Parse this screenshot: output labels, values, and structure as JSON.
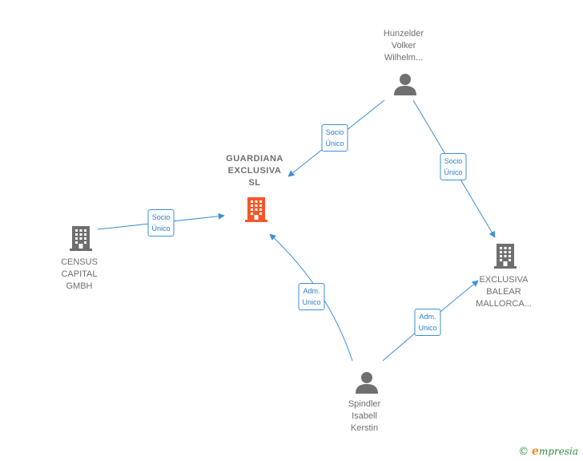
{
  "nodes": {
    "guardiana": {
      "lines": [
        "GUARDIANA",
        "EXCLUSIVA",
        "SL"
      ],
      "color": "#f4582a"
    },
    "hunzelder": {
      "lines": [
        "Hunzelder",
        "Volker",
        "Wilhelm..."
      ]
    },
    "census": {
      "lines": [
        "CENSUS",
        "CAPITAL",
        "GMBH"
      ]
    },
    "exclusiva_balear": {
      "lines": [
        "EXCLUSIVA",
        "BALEAR",
        "MALLORCA..."
      ]
    },
    "spindler": {
      "lines": [
        "Spindler",
        "Isabell",
        "Kerstin"
      ]
    }
  },
  "edges": {
    "hunzelder_guardiana": [
      "Socio",
      "Único"
    ],
    "hunzelder_exclusiva": [
      "Socio",
      "Único"
    ],
    "census_guardiana": [
      "Socio",
      "Único"
    ],
    "spindler_guardiana": [
      "Adm.",
      "Unico"
    ],
    "spindler_exclusiva": [
      "Adm.",
      "Unico"
    ]
  },
  "colors": {
    "edge": "#3d8fd6",
    "icon_gray": "#6f6f6f",
    "icon_main": "#f4582a"
  },
  "footer": {
    "copyright": "©",
    "brand_initial": "e",
    "brand_rest": "mpresia"
  }
}
